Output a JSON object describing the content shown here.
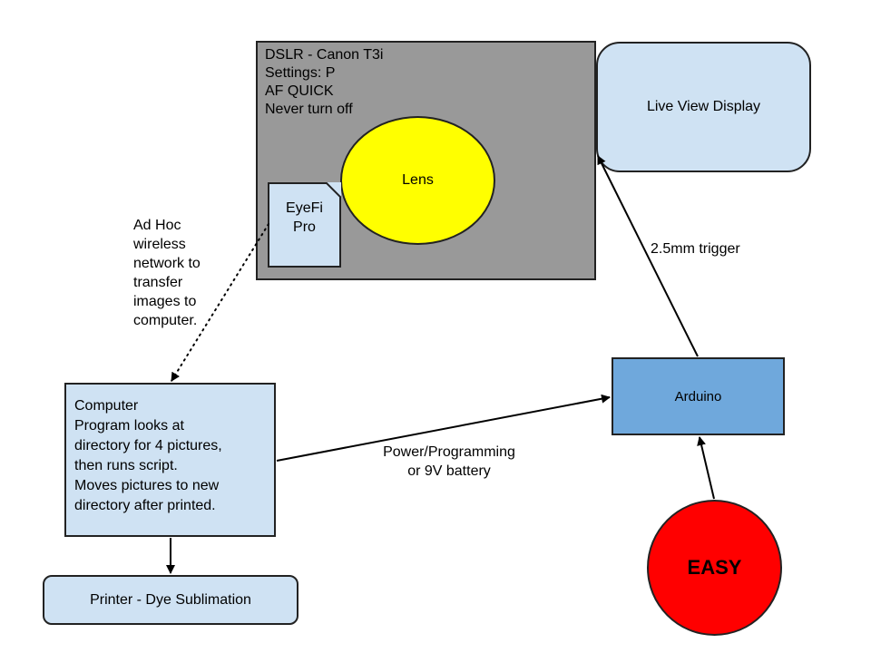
{
  "diagram": {
    "nodes": {
      "camera": {
        "label": "DSLR - Canon T3i\nSettings: P\nAF QUICK\nNever turn off",
        "fill": "#999999"
      },
      "lens": {
        "label": "Lens",
        "fill": "#ffff00"
      },
      "eyefi": {
        "label": "EyeFi\nPro",
        "fill": "#cfe2f3"
      },
      "live_view": {
        "label": "Live View Display",
        "fill": "#cfe2f3"
      },
      "computer": {
        "label": "Computer\nProgram looks at\ndirectory for 4 pictures,\nthen runs script.\nMoves pictures to new\ndirectory after printed.",
        "fill": "#cfe2f3"
      },
      "printer": {
        "label": "Printer - Dye Sublimation",
        "fill": "#cfe2f3"
      },
      "arduino": {
        "label": "Arduino",
        "fill": "#6fa8dc"
      },
      "easy_button": {
        "label": "EASY",
        "fill": "#ff0000"
      }
    },
    "edges": [
      {
        "from": "eyefi",
        "to": "computer",
        "style": "dotted",
        "label": "Ad Hoc\nwireless\nnetwork to\ntransfer\nimages to\ncomputer."
      },
      {
        "from": "computer",
        "to": "printer",
        "style": "solid",
        "label": ""
      },
      {
        "from": "computer",
        "to": "arduino",
        "style": "solid",
        "label": "Power/Programming\nor 9V battery"
      },
      {
        "from": "arduino",
        "to": "live_view",
        "style": "solid",
        "label": "2.5mm trigger"
      },
      {
        "from": "easy_button",
        "to": "arduino",
        "style": "solid",
        "label": ""
      }
    ]
  }
}
